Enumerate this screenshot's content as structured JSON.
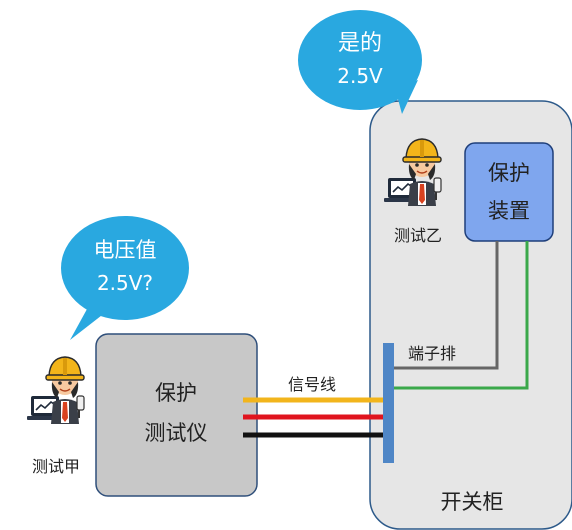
{
  "bubbles": {
    "top_right": {
      "line1": "是的",
      "line2": "2.5V"
    },
    "left": {
      "line1": "电压值",
      "line2": "2.5V?"
    }
  },
  "cabinet": {
    "label": "开关柜"
  },
  "protection_device": {
    "line1": "保护",
    "line2": "装置"
  },
  "tester_device": {
    "line1": "保护",
    "line2": "测试仪"
  },
  "persons": {
    "a": {
      "label": "测试甲"
    },
    "b": {
      "label": "测试乙"
    }
  },
  "terminal_block": {
    "label": "端子排"
  },
  "signal_line": {
    "label": "信号线"
  },
  "colors": {
    "bubble": "#29a8e0",
    "cabinet_fill": "#e6e6e6",
    "cabinet_stroke": "#2d5a8a",
    "device_fill": "#7fa6ee",
    "device_stroke": "#1f3f7a",
    "tester_fill": "#c8c8c8",
    "tester_stroke": "#2f4f7a",
    "terminal_bar": "#4f86c6",
    "wire_yellow": "#f2b51c",
    "wire_red": "#e0141e",
    "wire_black": "#111111",
    "wire_gray": "#666666",
    "wire_green": "#3aa84a"
  }
}
